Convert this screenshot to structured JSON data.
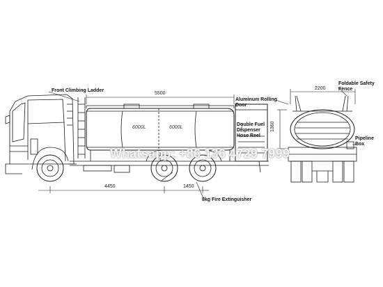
{
  "labels": {
    "front_ladder": "Front Climbing Ladder",
    "rolling_door_line1": "Aluminum Rolling",
    "rolling_door_line2": "Door",
    "hose_reel_line1": "Double Fuel",
    "hose_reel_line2": "Dispenser",
    "hose_reel_line3": "Hose Reel",
    "safety_fence_line1": "Foldable Safety",
    "safety_fence_line2": "Fence",
    "pipeline_box_line1": "Pipeline",
    "pipeline_box_line2": "Box",
    "fire_extinguisher": "8kg Fire Extinguisher"
  },
  "dimensions": {
    "tank_length": "5500",
    "wheelbase": "4450",
    "rear_axle_spacing": "1450",
    "rear_width": "2200",
    "rear_height": "1360"
  },
  "compartments": [
    "6000L",
    "6000L"
  ],
  "watermark": "Whatsapp: +86 136 4729 7999"
}
